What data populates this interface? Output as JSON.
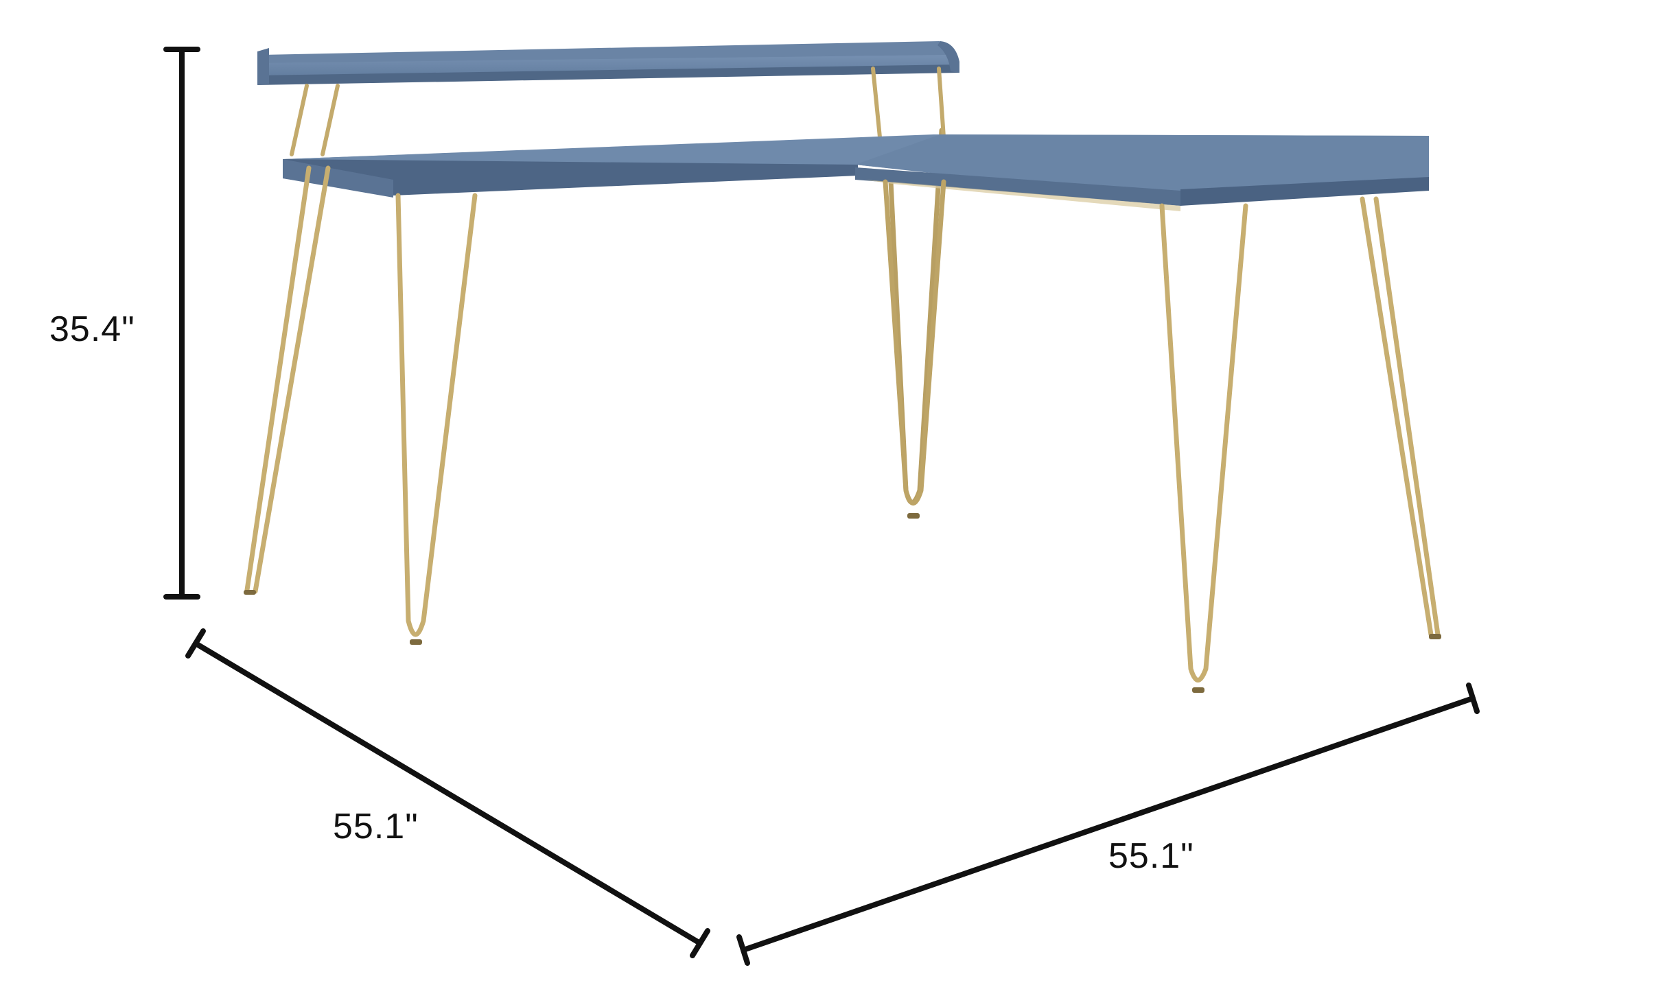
{
  "dimensions": {
    "height_label": "35.4\"",
    "depth_label": "55.1\"",
    "width_label": "55.1\""
  },
  "colors": {
    "desktop_blue": "#6d87a8",
    "desktop_edge": "#566f8f",
    "desktop_shadow": "#4a5f7a",
    "leg_gold": "#c8b27a",
    "leg_gold_dark": "#9c8550",
    "dimension_line": "#111111"
  }
}
